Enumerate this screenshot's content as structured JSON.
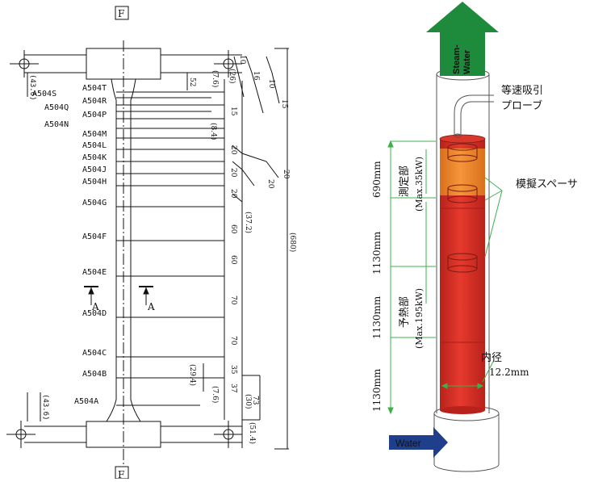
{
  "colors": {
    "heated_section": "#e23a2c",
    "measurement_section": "#f08a2a",
    "steam_arrow": "#1e8a3c",
    "water_arrow": "#1f3f8c",
    "dimension_line": "#3cb04a"
  },
  "left_drawing": {
    "section_mark_top": "F",
    "section_mark_bottom": "F",
    "section_cut_label_left": "A",
    "section_cut_label_right": "A",
    "tap_labels": [
      "A504T",
      "A504S",
      "A504R",
      "A504Q",
      "A504P",
      "A504N",
      "A504M",
      "A504L",
      "A504K",
      "A504J",
      "A504H",
      "A504G",
      "A504F",
      "A504E",
      "A504D",
      "A504C",
      "A504B",
      "A504A"
    ],
    "dims": {
      "flange_top": "(43.6)",
      "flange_bottom": "(43.6)",
      "d52": "52",
      "d7_6": "(7.6)",
      "d26": "(26)",
      "d10a": "10",
      "d16": "16",
      "d10b": "10",
      "d15a": "15",
      "d8_4": "(8.4)",
      "d15b": "15",
      "d20a": "20",
      "d20b": "20",
      "d20c": "20",
      "d20d": "20",
      "d20e": "20",
      "d37_2": "(37.2)",
      "d60a": "60",
      "d60b": "60",
      "d70a": "70",
      "d70b": "70",
      "d35": "35",
      "d29_4": "(29.4)",
      "d7_6b": "(7.6)",
      "d37": "37",
      "d30": "(30)",
      "d73": "73",
      "d51_4": "(51.4)",
      "total": "(680)"
    }
  },
  "right_drawing": {
    "steam_label": "Steam-\nWater",
    "water_label": "Water",
    "probe_label_1": "等速吸引",
    "probe_label_2": "プローブ",
    "spacer_label": "模擬スペーサ",
    "measure_section_label": "測定部",
    "measure_section_power": "(Max.35kW)",
    "preheat_section_label": "予熱部",
    "preheat_section_power": "(Max.195kW)",
    "inner_diameter_label": "内径",
    "inner_diameter_value": "12.2mm",
    "len_690": "690mm",
    "len_1130_a": "1130mm",
    "len_1130_b": "1130mm",
    "len_1130_c": "1130mm"
  }
}
